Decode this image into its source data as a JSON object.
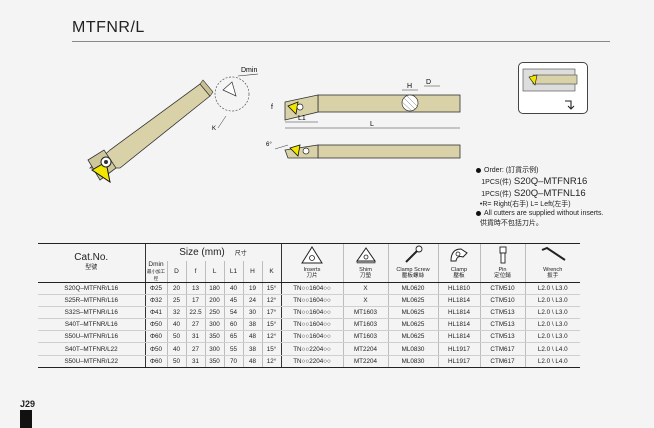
{
  "page": {
    "title": "MTFNR/L",
    "page_number": "J29"
  },
  "drawing": {
    "labels": {
      "dmin": "Dmin",
      "h": "H",
      "d": "D",
      "f": "f",
      "l1": "L1",
      "l": "L",
      "k": "K",
      "angle": "6°"
    }
  },
  "order": {
    "line1": "Order: (訂貨示例)",
    "line2_prefix": "1PCS(件)",
    "line2_code": "S20Q–MTFNR16",
    "line3_prefix": "1PCS(件)",
    "line3_code": "S20Q–MTFNL16",
    "line4": "•R= Right(右手)  L= Left(左手)",
    "line5": "All cutters are supplied without inserts.",
    "line6": "供貨時不包括刀片。"
  },
  "table": {
    "cat_header": "Cat.No.",
    "cat_header_sub": "型號",
    "size_header": "Size (mm)",
    "size_header_sub": "尺寸",
    "size_cols": [
      "Dmin",
      "D",
      "f",
      "L",
      "L1",
      "H",
      "K"
    ],
    "dmin_sub": "最小加工徑",
    "part_headers": [
      {
        "label": "Inserts",
        "sub": "刀片",
        "icon": "insert-icon"
      },
      {
        "label": "Shim",
        "sub": "刀墊",
        "icon": "shim-icon"
      },
      {
        "label": "Clamp Screw",
        "sub": "壓板螺絲",
        "icon": "screw-icon"
      },
      {
        "label": "Clamp",
        "sub": "壓板",
        "icon": "clamp-icon"
      },
      {
        "label": "Pin",
        "sub": "定位銷",
        "icon": "pin-icon"
      },
      {
        "label": "Wrench",
        "sub": "扳手",
        "icon": "wrench-icon"
      }
    ],
    "rows": [
      {
        "cat": "S20Q–MTFNR/L16",
        "dmin": "Φ25",
        "d": "20",
        "f": "13",
        "l": "180",
        "l1": "40",
        "h": "19",
        "k": "15°",
        "insert": "TN○○1604○○",
        "shim": "X",
        "screw": "ML0620",
        "clamp": "HL1810",
        "pin": "CTM510",
        "wrench": "L2.0 \\ L3.0"
      },
      {
        "cat": "S25R–MTFNR/L16",
        "dmin": "Φ32",
        "d": "25",
        "f": "17",
        "l": "200",
        "l1": "45",
        "h": "24",
        "k": "12°",
        "insert": "TN○○1604○○",
        "shim": "X",
        "screw": "ML0625",
        "clamp": "HL1814",
        "pin": "CTM510",
        "wrench": "L2.0 \\ L3.0"
      },
      {
        "cat": "S32S–MTFNR/L16",
        "dmin": "Φ41",
        "d": "32",
        "f": "22.5",
        "l": "250",
        "l1": "54",
        "h": "30",
        "k": "17°",
        "insert": "TN○○1604○○",
        "shim": "MT1603",
        "screw": "ML0625",
        "clamp": "HL1814",
        "pin": "CTM513",
        "wrench": "L2.0 \\ L3.0"
      },
      {
        "cat": "S40T–MTFNR/L16",
        "dmin": "Φ50",
        "d": "40",
        "f": "27",
        "l": "300",
        "l1": "60",
        "h": "38",
        "k": "15°",
        "insert": "TN○○1604○○",
        "shim": "MT1603",
        "screw": "ML0625",
        "clamp": "HL1814",
        "pin": "CTM513",
        "wrench": "L2.0 \\ L3.0"
      },
      {
        "cat": "S50U–MTFNR/L16",
        "dmin": "Φ60",
        "d": "50",
        "f": "31",
        "l": "350",
        "l1": "65",
        "h": "48",
        "k": "12°",
        "insert": "TN○○1604○○",
        "shim": "MT1603",
        "screw": "ML0625",
        "clamp": "HL1814",
        "pin": "CTM513",
        "wrench": "L2.0 \\ L3.0"
      },
      {
        "cat": "S40T–MTFNR/L22",
        "dmin": "Φ50",
        "d": "40",
        "f": "27",
        "l": "300",
        "l1": "55",
        "h": "38",
        "k": "15°",
        "insert": "TN○○2204○○",
        "shim": "MT2204",
        "screw": "ML0830",
        "clamp": "HL1917",
        "pin": "CTM617",
        "wrench": "L2.0 \\ L4.0"
      },
      {
        "cat": "S50U–MTFNR/L22",
        "dmin": "Φ60",
        "d": "50",
        "f": "31",
        "l": "350",
        "l1": "70",
        "h": "48",
        "k": "12°",
        "insert": "TN○○2204○○",
        "shim": "MT2204",
        "screw": "ML0830",
        "clamp": "HL1917",
        "pin": "CTM617",
        "wrench": "L2.0 \\ L4.0"
      }
    ]
  },
  "colors": {
    "background": "#f4f4f4",
    "tool_body": "#d9d1a8",
    "insert": "#f2e500",
    "line": "#222222"
  }
}
